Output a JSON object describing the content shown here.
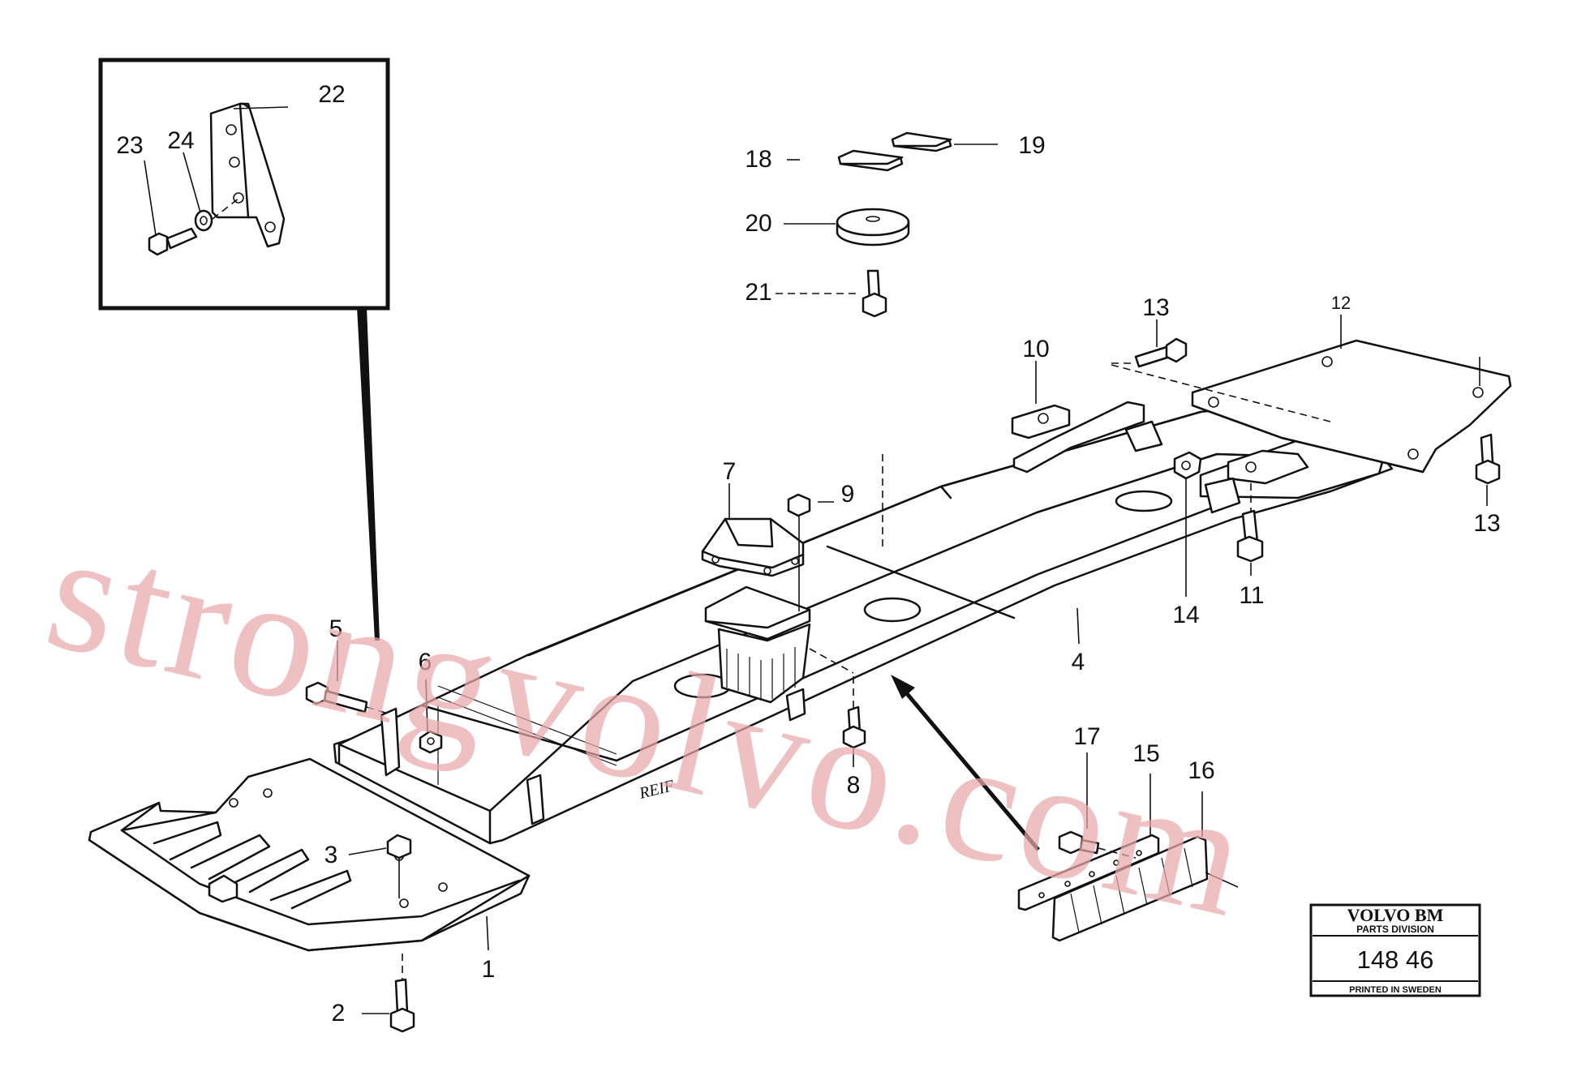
{
  "callouts": {
    "c1": "1",
    "c2": "2",
    "c3": "3",
    "c4": "4",
    "c5": "5",
    "c6": "6",
    "c7": "7",
    "c8": "8",
    "c9": "9",
    "c10": "10",
    "c11": "11",
    "c12": "12",
    "c13a": "13",
    "c13b": "13",
    "c14": "14",
    "c15": "15",
    "c16": "16",
    "c17": "17",
    "c18": "18",
    "c19": "19",
    "c20": "20",
    "c21": "21",
    "c22": "22",
    "c23": "23",
    "c24": "24"
  },
  "frame_marking": "REIF",
  "stamp": {
    "brand": "VOLVO BM",
    "division": "PARTS DIVISION",
    "number": "148 46",
    "printed": "PRINTED IN SWEDEN"
  },
  "watermark": "strongvolvo.com",
  "colors": {
    "line": "#111111",
    "watermark": "#e7a7ab",
    "background": "#ffffff"
  }
}
